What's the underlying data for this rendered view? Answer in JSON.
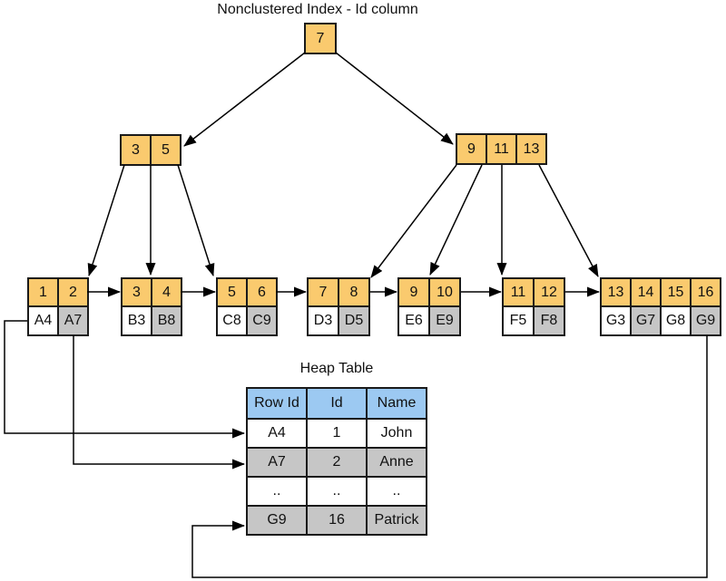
{
  "title": "Nonclustered Index - Id column",
  "tree": {
    "root": {
      "keys": [
        "7"
      ]
    },
    "internal": [
      {
        "keys": [
          "3",
          "5"
        ]
      },
      {
        "keys": [
          "9",
          "11",
          "13"
        ]
      }
    ],
    "leaves": [
      {
        "keys": [
          "1",
          "2"
        ],
        "rowids": [
          "A4",
          "A7"
        ]
      },
      {
        "keys": [
          "3",
          "4"
        ],
        "rowids": [
          "B3",
          "B8"
        ]
      },
      {
        "keys": [
          "5",
          "6"
        ],
        "rowids": [
          "C8",
          "C9"
        ]
      },
      {
        "keys": [
          "7",
          "8"
        ],
        "rowids": [
          "D3",
          "D5"
        ]
      },
      {
        "keys": [
          "9",
          "10"
        ],
        "rowids": [
          "E6",
          "E9"
        ]
      },
      {
        "keys": [
          "11",
          "12"
        ],
        "rowids": [
          "F5",
          "F8"
        ]
      },
      {
        "keys": [
          "13",
          "14",
          "15",
          "16"
        ],
        "rowids": [
          "G3",
          "G7",
          "G8",
          "G9"
        ]
      }
    ]
  },
  "heap_table": {
    "title": "Heap Table",
    "columns": [
      "Row Id",
      "Id",
      "Name"
    ],
    "rows": [
      [
        "A4",
        "1",
        "John"
      ],
      [
        "A7",
        "2",
        "Anne"
      ],
      [
        "..",
        "..",
        ".."
      ],
      [
        "G9",
        "16",
        "Patrick"
      ]
    ]
  },
  "colors": {
    "index_cell_fill": "#FACA6E",
    "rowid_alt_fill": "#C6C6C6",
    "table_header_fill": "#9CC9F2",
    "border": "#1A1A1A",
    "line": "#000000"
  }
}
